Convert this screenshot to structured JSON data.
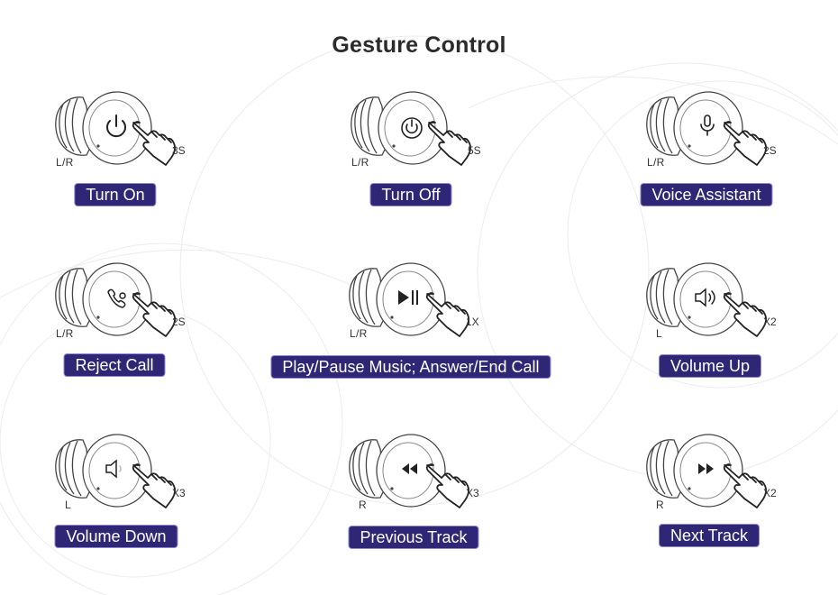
{
  "title": "Gesture Control",
  "gestures": [
    {
      "action": "Turn On",
      "side": "L/R",
      "count": "3S",
      "icon": "power-icon"
    },
    {
      "action": "Turn Off",
      "side": "L/R",
      "count": "5S",
      "icon": "power-circle-icon"
    },
    {
      "action": "Voice Assistant",
      "side": "L/R",
      "count": "2S",
      "icon": "microphone-icon"
    },
    {
      "action": "Reject Call",
      "side": "L/R",
      "count": "2S",
      "icon": "phone-reject-icon"
    },
    {
      "action": "Play/Pause Music; Answer/End Call",
      "side": "L/R",
      "count": "1X",
      "icon": "play-pause-icon"
    },
    {
      "action": "Volume Up",
      "side": "L",
      "count": "X2",
      "icon": "volume-up-icon"
    },
    {
      "action": "Volume Down",
      "side": "L",
      "count": "X3",
      "icon": "volume-down-icon"
    },
    {
      "action": "Previous Track",
      "side": "R",
      "count": "X3",
      "icon": "rewind-icon"
    },
    {
      "action": "Next Track",
      "side": "R",
      "count": "X2",
      "icon": "fast-forward-icon"
    }
  ],
  "colors": {
    "label_bg": "#2f2775",
    "label_text": "#ffffff",
    "line": "#333333"
  }
}
